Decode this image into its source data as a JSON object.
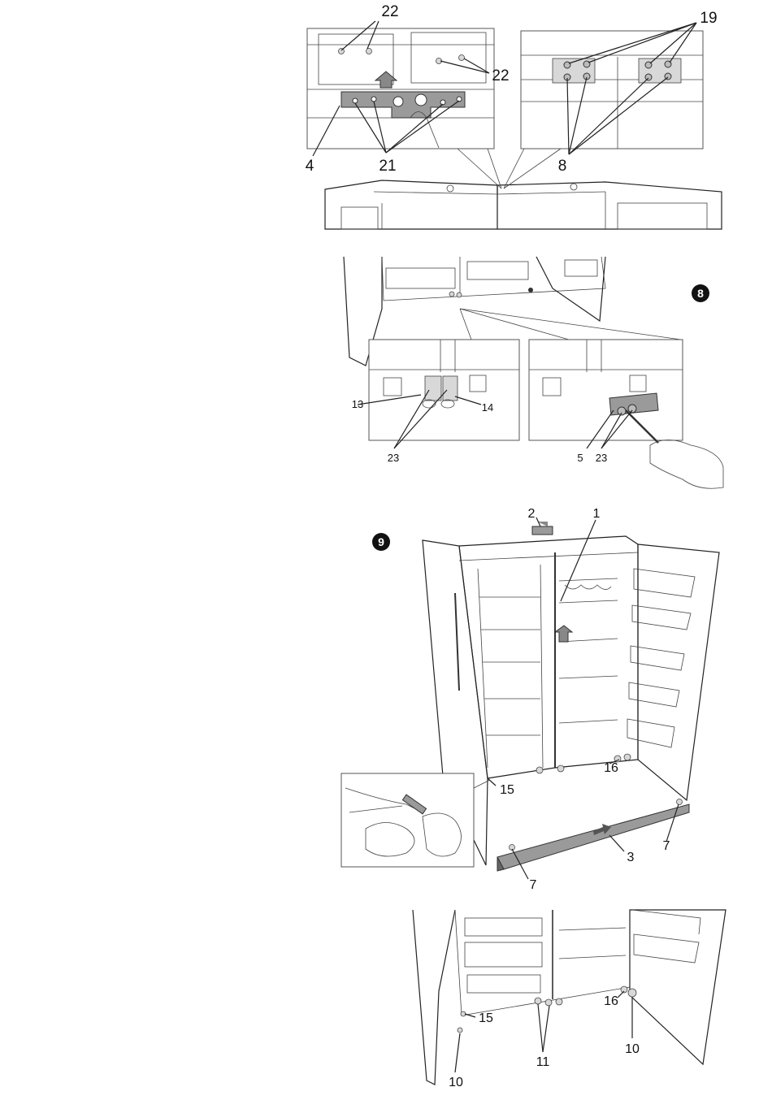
{
  "steps": [
    {
      "badge": "",
      "callouts": {
        "c22a": "22",
        "c22b": "22",
        "c19": "19",
        "c4": "4",
        "c21": "21",
        "c8": "8"
      }
    },
    {
      "badge": "8",
      "callouts": {
        "c13": "13",
        "c14": "14",
        "c23a": "23",
        "c5": "5",
        "c23b": "23"
      }
    },
    {
      "badge": "9",
      "callouts": {
        "c2": "2",
        "c1": "1",
        "c16": "16",
        "c15": "15",
        "c7a": "7",
        "c3": "3",
        "c7b": "7"
      }
    },
    {
      "badge": "",
      "callouts": {
        "c15": "15",
        "c16": "16",
        "c11": "11",
        "c10a": "10",
        "c10b": "10"
      }
    }
  ]
}
